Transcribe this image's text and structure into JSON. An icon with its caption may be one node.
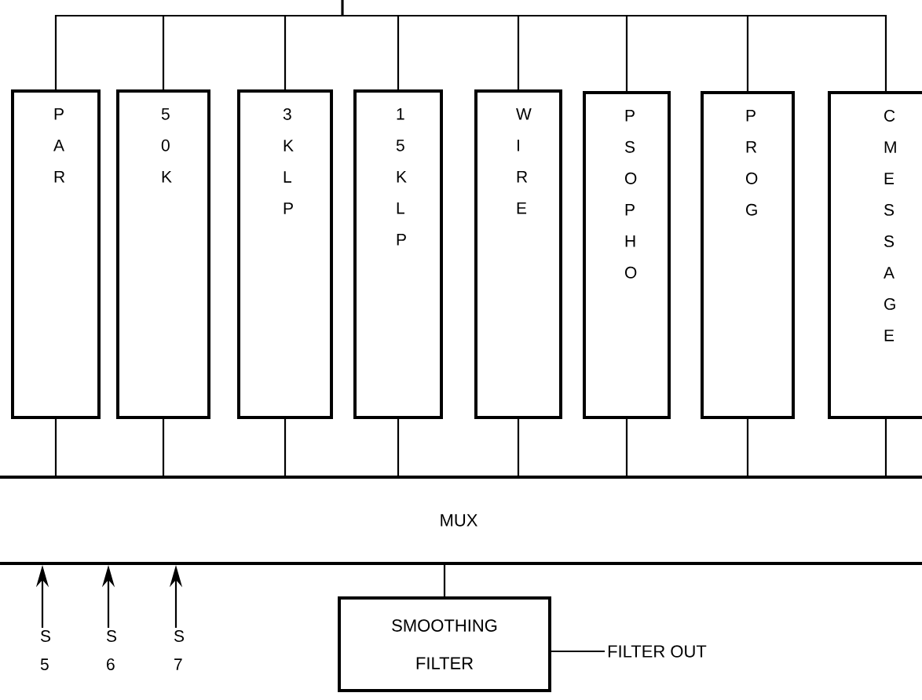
{
  "diagram": {
    "nodes": [
      {
        "text": [
          "PAR"
        ]
      },
      {
        "text": [
          "50K"
        ]
      },
      {
        "text": [
          "3KLP"
        ]
      },
      {
        "text": [
          "15KLP"
        ]
      },
      {
        "text": [
          "WIRE"
        ]
      },
      {
        "text": [
          "PSOPHO"
        ]
      },
      {
        "text": [
          "PROG"
        ]
      },
      {
        "text": [
          "C MESSAGE"
        ]
      },
      {
        "text": [
          "MUX"
        ]
      },
      {
        "text": [
          "SMOOTHING FILTER"
        ]
      },
      {
        "text": [
          "FILTER OUT"
        ]
      },
      {
        "text": [
          "S5"
        ]
      },
      {
        "text": [
          "S6"
        ]
      },
      {
        "text": [
          "S7"
        ]
      }
    ],
    "edges": [
      {
        "from": null,
        "to": 0,
        "arrow": "none"
      },
      {
        "from": null,
        "to": 1,
        "arrow": "none"
      },
      {
        "from": null,
        "to": 2,
        "arrow": "none"
      },
      {
        "from": null,
        "to": 3,
        "arrow": "none"
      },
      {
        "from": null,
        "to": 4,
        "arrow": "none"
      },
      {
        "from": null,
        "to": 5,
        "arrow": "none"
      },
      {
        "from": null,
        "to": 6,
        "arrow": "none"
      },
      {
        "from": null,
        "to": 7,
        "arrow": "none"
      },
      {
        "from": 0,
        "to": 8,
        "arrow": "none"
      },
      {
        "from": 1,
        "to": 8,
        "arrow": "none"
      },
      {
        "from": 2,
        "to": 8,
        "arrow": "none"
      },
      {
        "from": 3,
        "to": 8,
        "arrow": "none"
      },
      {
        "from": 4,
        "to": 8,
        "arrow": "none"
      },
      {
        "from": 5,
        "to": 8,
        "arrow": "none"
      },
      {
        "from": 6,
        "to": 8,
        "arrow": "none"
      },
      {
        "from": 7,
        "to": 8,
        "arrow": "none"
      },
      {
        "from": 8,
        "to": 9,
        "arrow": "none"
      },
      {
        "from": 9,
        "to": 10,
        "arrow": "none"
      },
      {
        "from": 11,
        "to": 8,
        "arrow": "to"
      },
      {
        "from": 12,
        "to": 8,
        "arrow": "to"
      },
      {
        "from": 13,
        "to": 8,
        "arrow": "to"
      }
    ]
  }
}
